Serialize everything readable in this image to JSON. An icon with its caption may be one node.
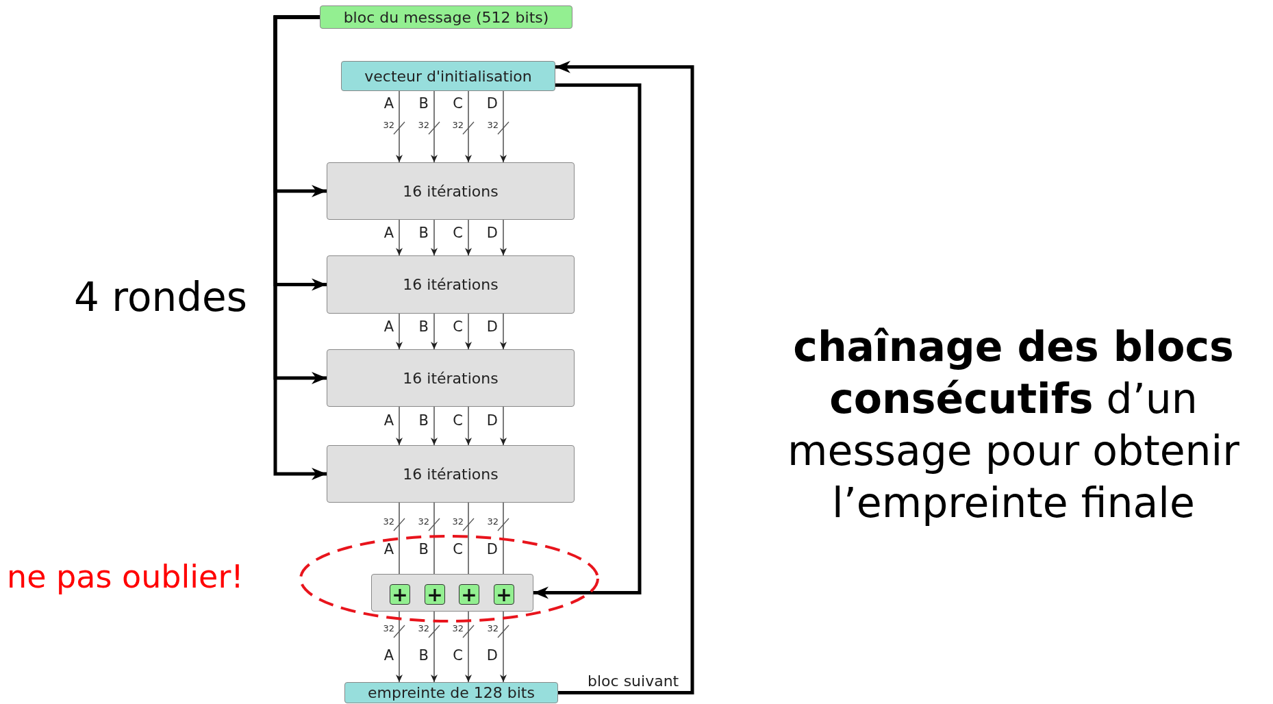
{
  "diagram": {
    "nodes": [
      {
        "text": [
          "bloc du message (512 bits)"
        ]
      },
      {
        "text": [
          "vecteur d'initialisation"
        ]
      },
      {
        "text": [
          "16 itérations"
        ]
      },
      {
        "text": [
          "16 itérations"
        ]
      },
      {
        "text": [
          "16 itérations"
        ]
      },
      {
        "text": [
          "16 itérations"
        ]
      },
      {
        "text": [],
        "shape": "box"
      },
      {
        "text": [
          "+"
        ],
        "in": 6
      },
      {
        "text": [
          "+"
        ],
        "in": 6
      },
      {
        "text": [
          "+"
        ],
        "in": 6
      },
      {
        "text": [
          "+"
        ],
        "in": 6
      },
      {
        "text": [
          "empreinte de 128 bits"
        ]
      }
    ],
    "edges": [
      {
        "from": 0,
        "to": 2,
        "arrow": "to",
        "style": "thick",
        "color": "#000000"
      },
      {
        "from": 0,
        "to": 3,
        "arrow": "to",
        "style": "thick",
        "color": "#000000"
      },
      {
        "from": 0,
        "to": 4,
        "arrow": "to",
        "style": "thick",
        "color": "#000000"
      },
      {
        "from": 0,
        "to": 5,
        "arrow": "to",
        "style": "thick",
        "color": "#000000"
      },
      {
        "from": 1,
        "to": 2,
        "arrow": "to",
        "label": "A"
      },
      {
        "from": 1,
        "to": 2,
        "arrow": "to",
        "label": "B"
      },
      {
        "from": 1,
        "to": 2,
        "arrow": "to",
        "label": "C"
      },
      {
        "from": 1,
        "to": 2,
        "arrow": "to",
        "label": "D"
      },
      {
        "from": 2,
        "to": 3,
        "arrow": "to",
        "label": "A"
      },
      {
        "from": 2,
        "to": 3,
        "arrow": "to",
        "label": "B"
      },
      {
        "from": 2,
        "to": 3,
        "arrow": "to",
        "label": "C"
      },
      {
        "from": 2,
        "to": 3,
        "arrow": "to",
        "label": "D"
      },
      {
        "from": 3,
        "to": 4,
        "arrow": "to",
        "label": "A"
      },
      {
        "from": 3,
        "to": 4,
        "arrow": "to",
        "label": "B"
      },
      {
        "from": 3,
        "to": 4,
        "arrow": "to",
        "label": "C"
      },
      {
        "from": 3,
        "to": 4,
        "arrow": "to",
        "label": "D"
      },
      {
        "from": 4,
        "to": 5,
        "arrow": "to",
        "label": "A"
      },
      {
        "from": 4,
        "to": 5,
        "arrow": "to",
        "label": "B"
      },
      {
        "from": 4,
        "to": 5,
        "arrow": "to",
        "label": "C"
      },
      {
        "from": 4,
        "to": 5,
        "arrow": "to",
        "label": "D"
      },
      {
        "from": 5,
        "to": 7,
        "arrow": "to",
        "label": "A"
      },
      {
        "from": 5,
        "to": 8,
        "arrow": "to",
        "label": "B"
      },
      {
        "from": 5,
        "to": 9,
        "arrow": "to",
        "label": "C"
      },
      {
        "from": 5,
        "to": 10,
        "arrow": "to",
        "label": "D"
      },
      {
        "from": 7,
        "to": 11,
        "arrow": "to",
        "label": "A"
      },
      {
        "from": 8,
        "to": 11,
        "arrow": "to",
        "label": "B"
      },
      {
        "from": 9,
        "to": 11,
        "arrow": "to",
        "label": "C"
      },
      {
        "from": 10,
        "to": 11,
        "arrow": "to",
        "label": "D"
      },
      {
        "from": 1,
        "to": 6,
        "arrow": "to",
        "style": "thick",
        "color": "#000000"
      },
      {
        "from": 11,
        "to": 1,
        "arrow": "to",
        "label": "bloc suivant",
        "style": "thick",
        "color": "#000000"
      }
    ],
    "labels": [
      "32",
      "32",
      "32",
      "32",
      "4 rondes",
      "**chaînage des blocs consécutifs** d’un message pour obtenir l’empreinte finale",
      "32",
      "32",
      "32",
      "32",
      "ne pas oublier!",
      "32",
      "32",
      "32",
      "32"
    ]
  }
}
